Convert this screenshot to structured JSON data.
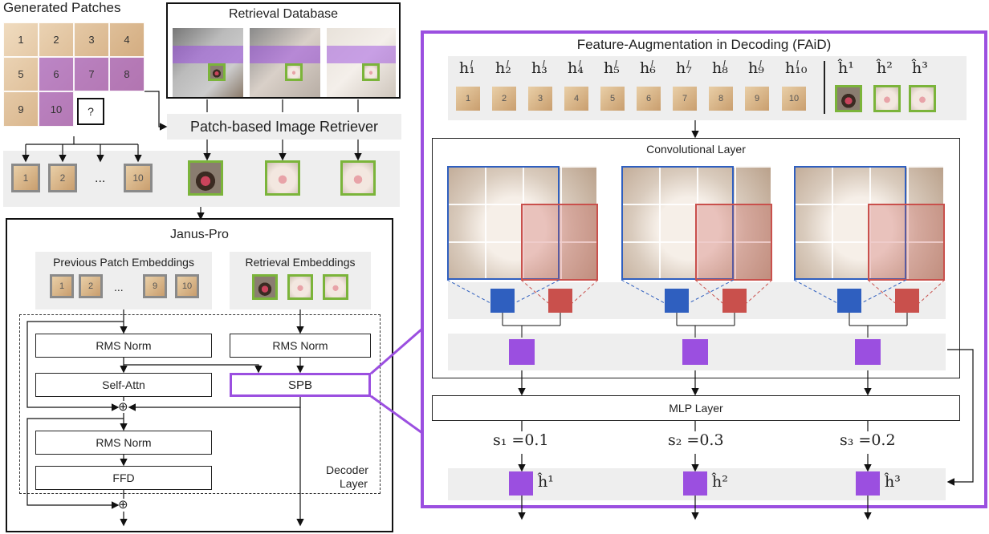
{
  "generated": {
    "title": "Generated Patches",
    "grid_labels": [
      "1",
      "2",
      "3",
      "4",
      "5",
      "6",
      "7",
      "8",
      "9",
      "10"
    ],
    "query_mark": "?"
  },
  "retrieval_db": {
    "title": "Retrieval Database"
  },
  "retriever": {
    "label": "Patch-based Image Retriever"
  },
  "strip": {
    "labels": [
      "1",
      "2",
      "10"
    ],
    "ellipsis": "..."
  },
  "janus": {
    "title": "Janus-Pro",
    "prev_title": "Previous Patch Embeddings",
    "prev_labels": [
      "1",
      "2",
      "9",
      "10"
    ],
    "prev_ellipsis": "...",
    "retr_title": "Retrieval Embeddings",
    "rms1": "RMS Norm",
    "rms2": "RMS Norm",
    "rms3": "RMS Norm",
    "self_attn": "Self-Attn",
    "spb": "SPB",
    "ffd": "FFD",
    "decoder_line1": "Decoder",
    "decoder_line2": "Layer",
    "plus": "⊕"
  },
  "faid": {
    "title": "Feature-Augmentation in Decoding (FAiD)",
    "h_labels": [
      "h₁",
      "h₂",
      "h₃",
      "h₄",
      "h₅",
      "h₆",
      "h₇",
      "h₈",
      "h₉",
      "h₁₀"
    ],
    "h_sup": "l",
    "patch_labels": [
      "1",
      "2",
      "3",
      "4",
      "5",
      "6",
      "7",
      "8",
      "9",
      "10"
    ],
    "hat_labels": [
      "ĥ¹",
      "ĥ²",
      "ĥ³"
    ],
    "conv_title": "Convolutional Layer",
    "mlp_title": "MLP Layer",
    "scores": [
      "s₁ =0.1",
      "s₂ =0.3",
      "s₃ =0.2"
    ],
    "out_labels": [
      "ĥ¹",
      "ĥ²",
      "ĥ³"
    ]
  },
  "colors": {
    "purple": "#9b4fe0",
    "blue": "#2f5fbf",
    "red": "#c9504c",
    "green": "#7bb43a"
  }
}
